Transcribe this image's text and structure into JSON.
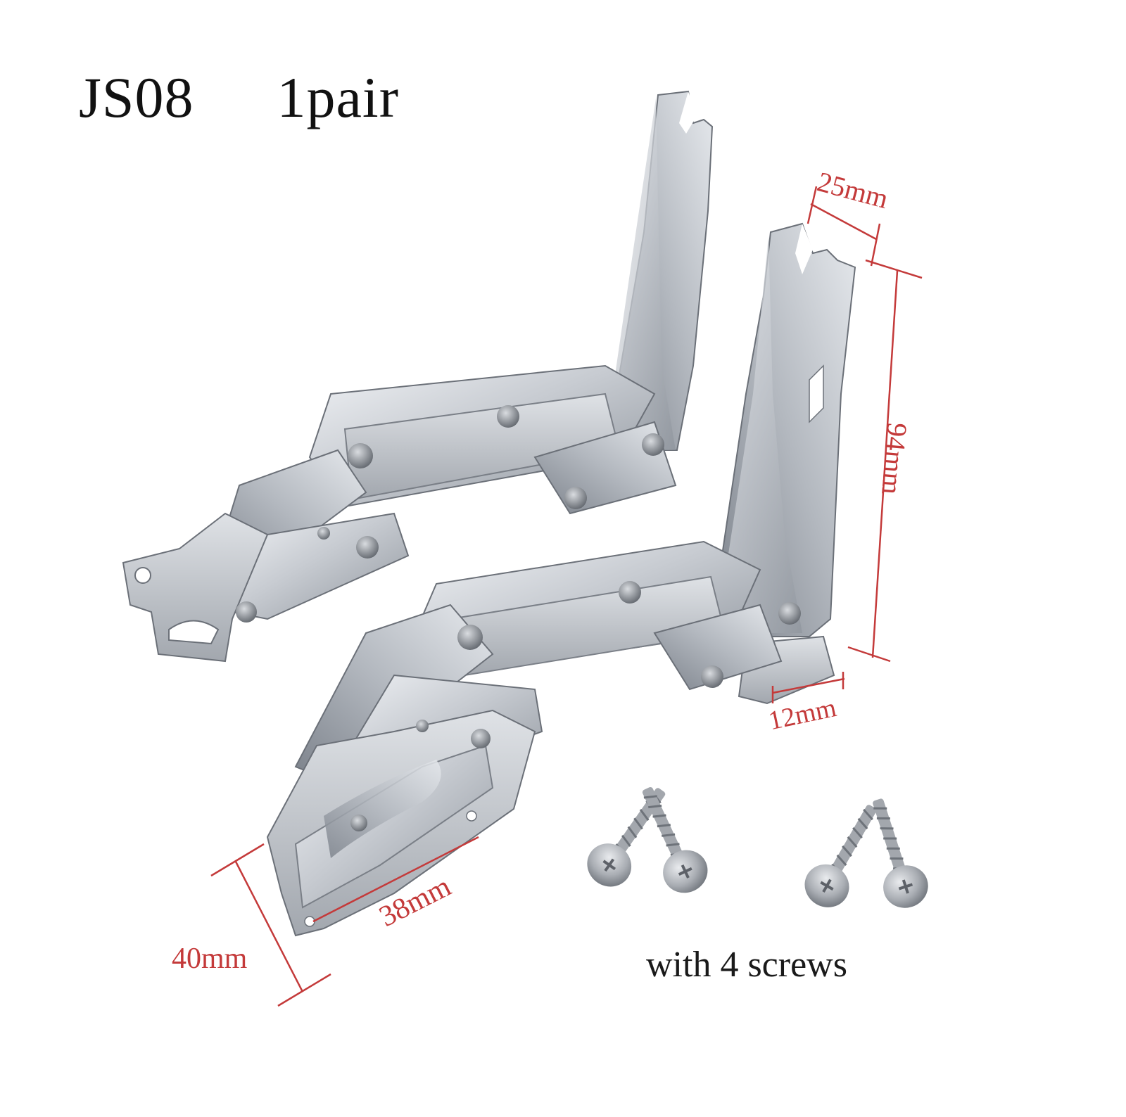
{
  "product": {
    "model": "JS08",
    "quantity": "1pair",
    "accessories": "with 4 screws"
  },
  "dimensions": {
    "top_width": "25mm",
    "height": "94mm",
    "slot_width": "12mm",
    "base_length": "38mm",
    "base_width": "40mm"
  },
  "colors": {
    "dimension_line": "#c43a3a",
    "metal": "#c9ccd1",
    "background": "#ffffff"
  }
}
